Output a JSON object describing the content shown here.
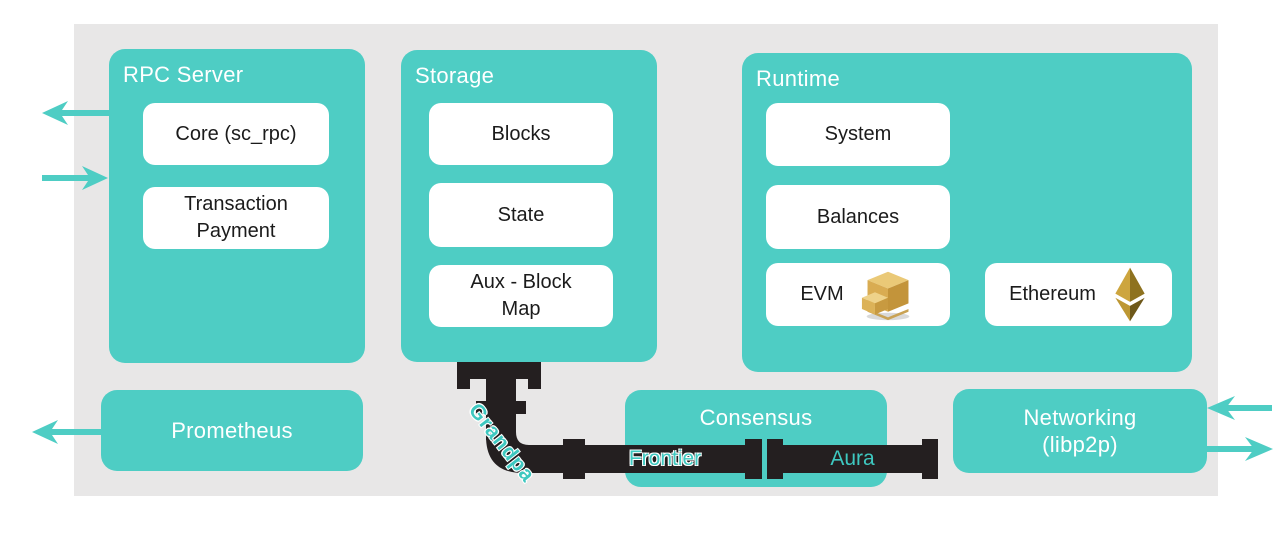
{
  "colors": {
    "teal": "#4ecdc4",
    "pipe_black": "#241f20",
    "stage_gray": "#e8e7e7",
    "box_white": "#ffffff",
    "dark_text": "#1b1b1b",
    "pipe_label_teal": "#3ec8c0",
    "eth_gold_light": "#cda53e",
    "eth_gold_dark": "#8e721f",
    "crate_tan": "#d9ac52"
  },
  "groups": {
    "rpc_server": {
      "title": "RPC Server",
      "core": "Core (sc_rpc)",
      "transaction_payment": "Transaction Payment"
    },
    "storage": {
      "title": "Storage",
      "blocks": "Blocks",
      "state": "State",
      "aux_block_map": "Aux - Block Map"
    },
    "runtime": {
      "title": "Runtime",
      "system": "System",
      "balances": "Balances",
      "evm": "EVM",
      "ethereum": "Ethereum"
    },
    "prometheus": {
      "title": "Prometheus"
    },
    "consensus": {
      "title": "Consensus"
    },
    "networking": {
      "title": "Networking",
      "subtitle": "(libp2p)"
    }
  },
  "pipe_labels": {
    "grandpa": "Grandpa",
    "frontier": "Frontier",
    "aura": "Aura"
  },
  "icons": {
    "evm": "crates-pallet-icon",
    "ethereum": "ethereum-logo-icon"
  }
}
